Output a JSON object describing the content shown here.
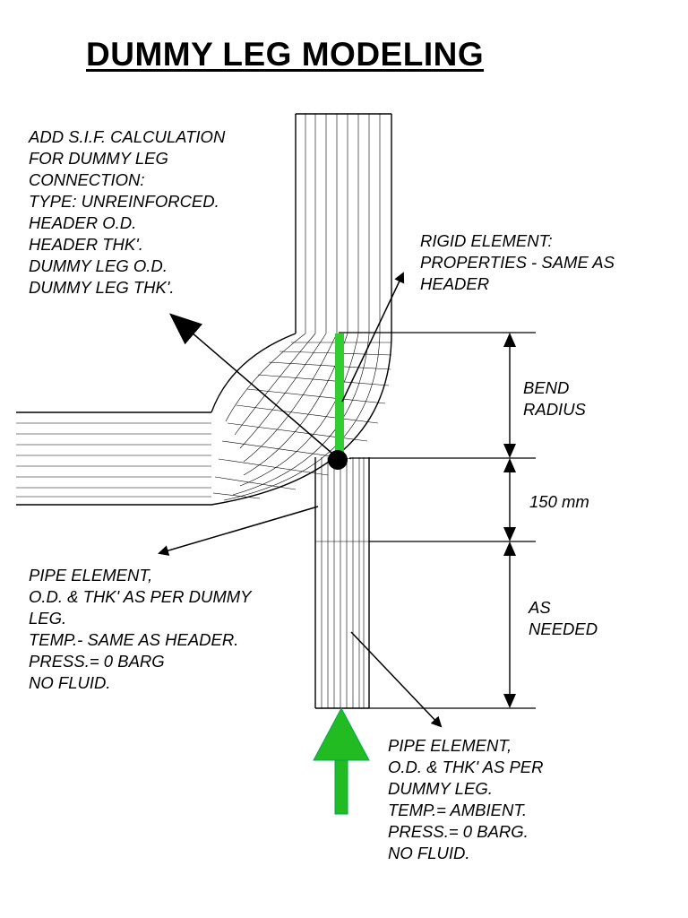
{
  "title": "DUMMY LEG MODELING",
  "notes": {
    "sif": [
      "ADD S.I.F. CALCULATION",
      "FOR DUMMY LEG",
      "CONNECTION:",
      "TYPE: UNREINFORCED.",
      "HEADER O.D.",
      "HEADER THK'.",
      "DUMMY LEG O.D.",
      "DUMMY LEG THK'."
    ],
    "rigid": [
      "RIGID ELEMENT:",
      "PROPERTIES - SAME AS",
      "HEADER"
    ],
    "pipe_left": [
      "PIPE ELEMENT,",
      "O.D. & THK' AS PER DUMMY",
      "LEG.",
      "TEMP.- SAME AS HEADER.",
      "PRESS.= 0 BARG",
      "NO FLUID."
    ],
    "pipe_bottom": [
      "PIPE ELEMENT,",
      "O.D. & THK' AS PER",
      "DUMMY LEG.",
      "TEMP.= AMBIENT.",
      "PRESS.= 0 BARG.",
      "NO FLUID."
    ]
  },
  "dimensions": {
    "bend_radius": [
      "BEND",
      "RADIUS"
    ],
    "length_150": "150 mm",
    "as_needed": [
      "AS",
      "NEEDED"
    ]
  },
  "colors": {
    "rigid_element": "#33cc33",
    "support_arrow": "#22bb22",
    "lines": "#000000"
  }
}
